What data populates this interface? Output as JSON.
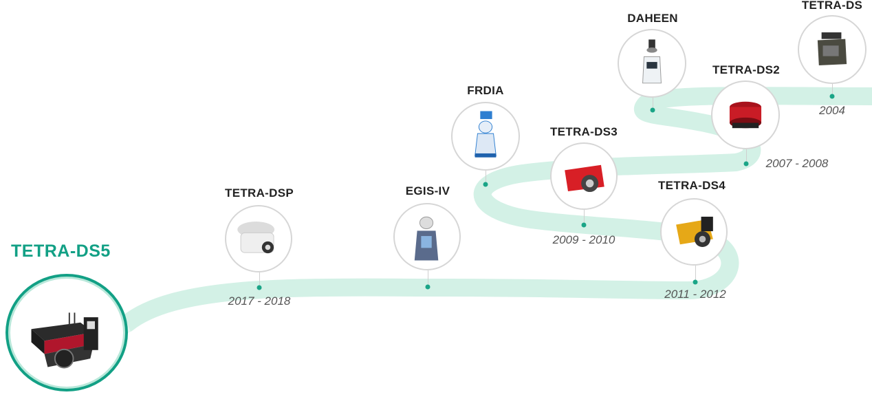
{
  "timeline": {
    "accent_color": "#12a085",
    "road_color": "#d3f1e6",
    "featured": {
      "name": "TETRA-DS5",
      "icon": "tetra-ds5-robot-icon"
    },
    "items": [
      {
        "name": "TETRA-DSP",
        "year": "2017 - 2018",
        "icon": "tetra-dsp-robot-icon"
      },
      {
        "name": "EGIS-IV",
        "year": "",
        "icon": "egis-iv-robot-icon"
      },
      {
        "name": "FRDIA",
        "year": "",
        "icon": "frdia-robot-icon"
      },
      {
        "name": "TETRA-DS3",
        "year": "2009 - 2010",
        "icon": "tetra-ds3-robot-icon"
      },
      {
        "name": "TETRA-DS4",
        "year": "2011 - 2012",
        "icon": "tetra-ds4-robot-icon"
      },
      {
        "name": "DAHEEN",
        "year": "",
        "icon": "daheen-robot-icon"
      },
      {
        "name": "TETRA-DS2",
        "year": "2007 - 2008",
        "icon": "tetra-ds2-robot-icon"
      },
      {
        "name": "TETRA-DS",
        "year": "2004",
        "icon": "tetra-ds-robot-icon"
      }
    ]
  }
}
